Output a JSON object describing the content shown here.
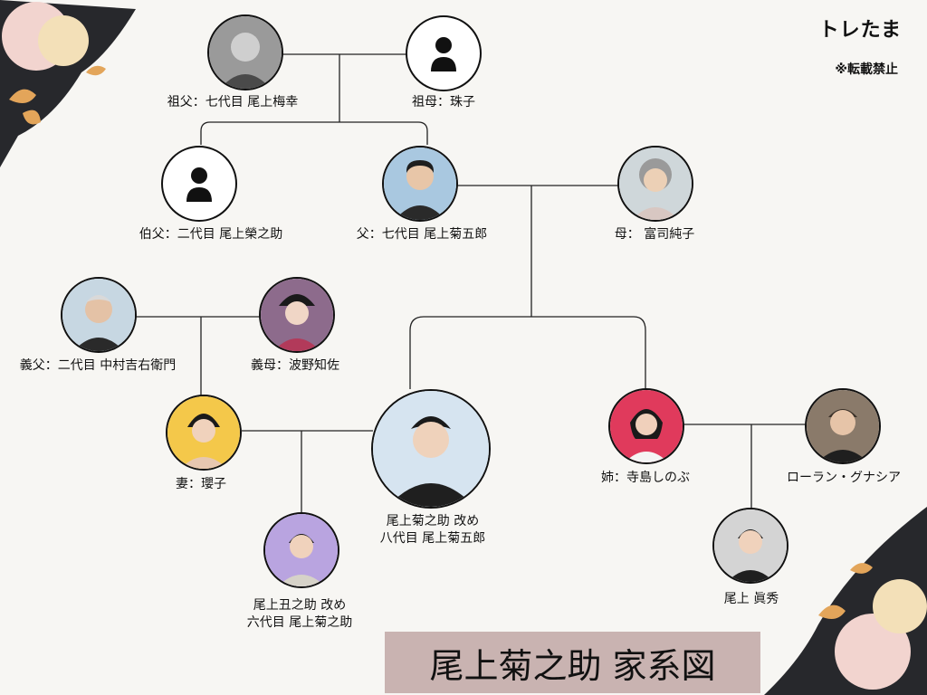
{
  "brand": "トレたま",
  "notice": "※転載禁止",
  "title": "尾上菊之助 家系図",
  "people": {
    "grandfather": {
      "lines": [
        "祖父：七代目 尾上梅幸"
      ],
      "icon": "portrait-photo"
    },
    "grandmother": {
      "lines": [
        "祖母：珠子"
      ],
      "icon": "person-icon"
    },
    "uncle": {
      "lines": [
        "伯父：二代目 尾上榮之助"
      ],
      "icon": "person-icon"
    },
    "father": {
      "lines": [
        "父：七代目 尾上菊五郎"
      ],
      "icon": "portrait-photo"
    },
    "mother": {
      "lines": [
        "母： 富司純子"
      ],
      "icon": "portrait-photo"
    },
    "father_in_law": {
      "lines": [
        "義父：二代目 中村吉右衛門"
      ],
      "icon": "portrait-photo"
    },
    "mother_in_law": {
      "lines": [
        "義母：波野知佐"
      ],
      "icon": "portrait-photo"
    },
    "wife": {
      "lines": [
        "妻：瓔子"
      ],
      "icon": "portrait-photo"
    },
    "self": {
      "lines": [
        "尾上菊之助 改め",
        "八代目 尾上菊五郎"
      ],
      "icon": "portrait-photo"
    },
    "sister": {
      "lines": [
        "姉：寺島しのぶ"
      ],
      "icon": "portrait-photo"
    },
    "brother_in_law": {
      "lines": [
        "ローラン・グナシア"
      ],
      "icon": "portrait-photo"
    },
    "son": {
      "lines": [
        "尾上丑之助 改め",
        "六代目 尾上菊之助"
      ],
      "icon": "portrait-photo"
    },
    "nephew": {
      "lines": [
        "尾上 眞秀"
      ],
      "icon": "portrait-photo"
    }
  },
  "colors": {
    "avatar_backgrounds": {
      "grandfather": "#9a9a9a",
      "father": "#a9c8e0",
      "mother": "#cfd7da",
      "father_in_law": "#c7d7e2",
      "mother_in_law": "#8d6b8c",
      "wife": "#f4c84a",
      "self": "#d6e4f0",
      "sister": "#e03a5c",
      "brother_in_law": "#8a7a6a",
      "son": "#b9a4e0",
      "nephew": "#d4d4d4"
    },
    "title_box": "#c9b3b1",
    "accent_dark": "#27282c",
    "accent_flower": "#e3a55a"
  }
}
